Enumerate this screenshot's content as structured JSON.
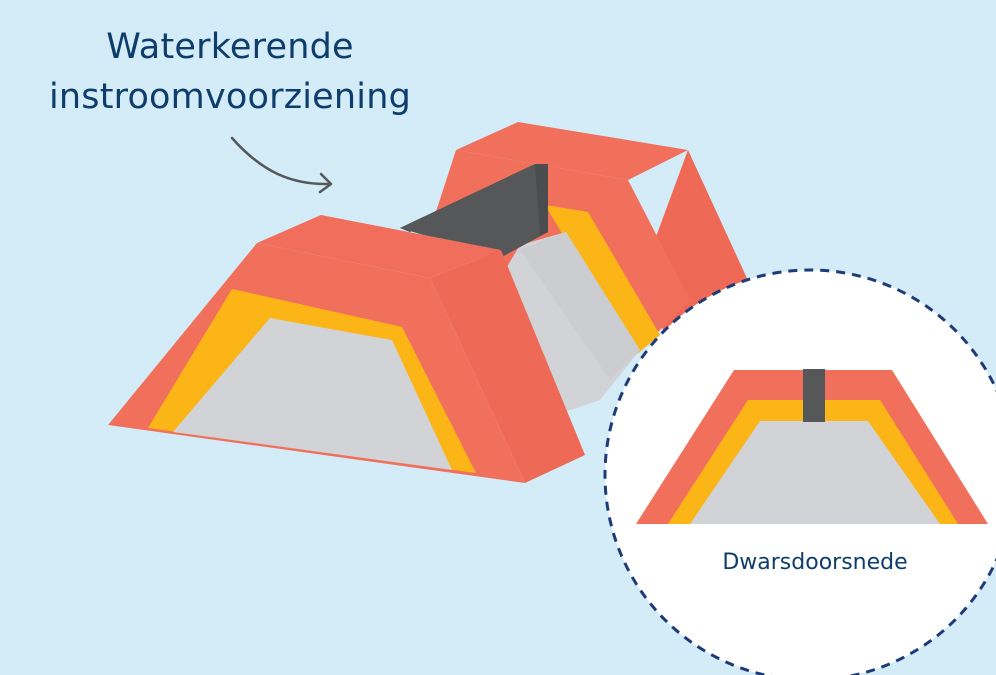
{
  "labels": {
    "title_line1": "Waterkerende",
    "title_line2": "instroomvoorziening",
    "cross_section_caption": "Dwarsdoorsnede"
  },
  "colors": {
    "background": "#d3ecf8",
    "dike_outer": "#f1705c",
    "dike_side": "#ef6a56",
    "filter_layer": "#fbb516",
    "core": "#d1d3d6",
    "core_side": "#c8cacd",
    "barrier": "#555759",
    "barrier_dark": "#4a4c4e",
    "text": "#0e3d6b",
    "dash_circle": "#1f3a78"
  }
}
